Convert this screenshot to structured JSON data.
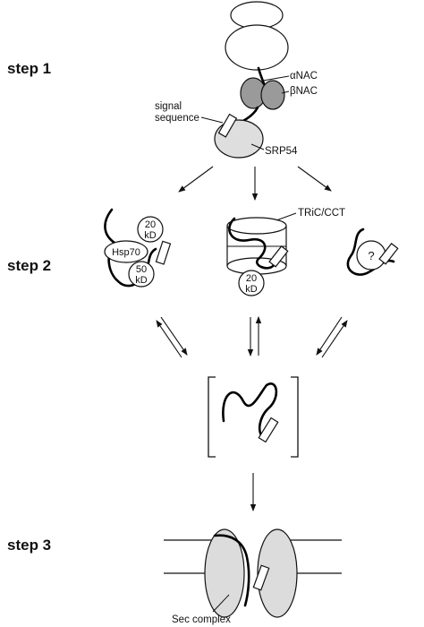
{
  "steps": {
    "step1": "step 1",
    "step2": "step 2",
    "step3": "step 3"
  },
  "labels": {
    "alpha_nac": "αNAC",
    "beta_nac": "βNAC",
    "signal_sequence_line1": "signal",
    "signal_sequence_line2": "sequence",
    "srp54": "SRP54",
    "tric_cct": "TRiC/CCT",
    "hsp70": "Hsp70",
    "chaperone_20kd_top": "20",
    "chaperone_20kd_bottom": "kD",
    "chaperone_50kd_top": "50",
    "chaperone_50kd_bottom": "kD",
    "tric_20kd_top": "20",
    "tric_20kd_bottom": "kD",
    "unknown_factor": "?",
    "sec_complex": "Sec complex"
  },
  "colors": {
    "ribosome": "#ffffff",
    "nac": "#9a9a9a",
    "srp54": "#dedede",
    "sec_complex": "#dcdcdc",
    "line": "#111111"
  }
}
